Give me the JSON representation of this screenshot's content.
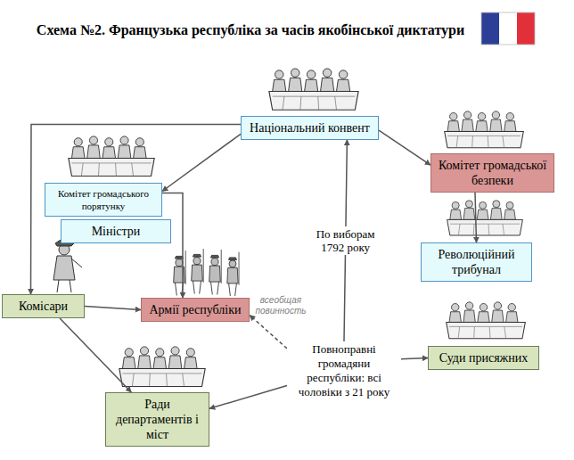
{
  "diagram": {
    "title": "Схема №2. Французька республіка за часів якобінської диктатури",
    "nodes": [
      {
        "text": [
          "Національний конвент"
        ]
      },
      {
        "text": [
          "Комітет громадської безпеки"
        ]
      },
      {
        "text": [
          "Комітет громадського порятунку"
        ]
      },
      {
        "text": [
          "Міністри"
        ]
      },
      {
        "text": [
          "Революційний трибунал"
        ]
      },
      {
        "text": [
          "Армії республіки"
        ]
      },
      {
        "text": [
          "Комісари"
        ]
      },
      {
        "text": [
          "Суди присяжних"
        ]
      },
      {
        "text": [
          "Ради департаментів і міст"
        ]
      },
      {
        "text": [
          "Повноправні громадяни республіки: всі чоловіки з 21 року"
        ]
      }
    ],
    "edges": [
      {
        "from": 0,
        "to": 2,
        "arrow": "to"
      },
      {
        "from": 0,
        "to": 1,
        "arrow": "to"
      },
      {
        "from": 0,
        "to": 6,
        "arrow": "to"
      },
      {
        "from": 2,
        "to": 5,
        "arrow": "to"
      },
      {
        "from": 6,
        "to": 5,
        "arrow": "to"
      },
      {
        "from": 6,
        "to": 8,
        "arrow": "to"
      },
      {
        "from": 1,
        "to": 4,
        "arrow": "to"
      },
      {
        "from": 9,
        "to": 0,
        "label": "По виборам 1792 року",
        "arrow": "to"
      },
      {
        "from": 9,
        "to": 7,
        "arrow": "to"
      },
      {
        "from": 9,
        "to": 8,
        "arrow": "to"
      },
      {
        "from": 9,
        "to": 5,
        "label": "всеобщая повинность",
        "arrow": "to"
      }
    ]
  }
}
